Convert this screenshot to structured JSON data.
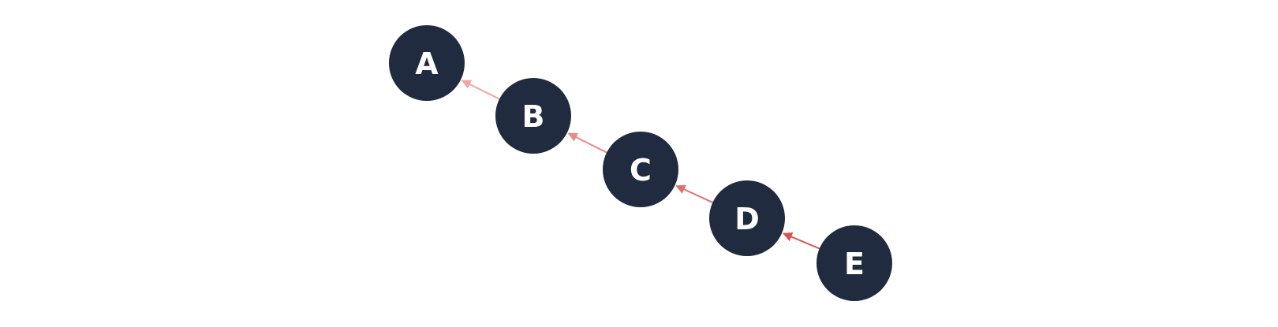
{
  "colors": {
    "background": "#ffffff",
    "node_fill": "#202b3f",
    "node_text": "#ffffff",
    "edge_light": "#f1a5a0",
    "edge_dark": "#d9544e"
  },
  "nodes": [
    {
      "id": "A",
      "label": "A"
    },
    {
      "id": "B",
      "label": "B"
    },
    {
      "id": "C",
      "label": "C"
    },
    {
      "id": "D",
      "label": "D"
    },
    {
      "id": "E",
      "label": "E"
    }
  ],
  "edges": [
    {
      "from": "B",
      "to": "A"
    },
    {
      "from": "C",
      "to": "B"
    },
    {
      "from": "D",
      "to": "C"
    },
    {
      "from": "E",
      "to": "D"
    }
  ]
}
